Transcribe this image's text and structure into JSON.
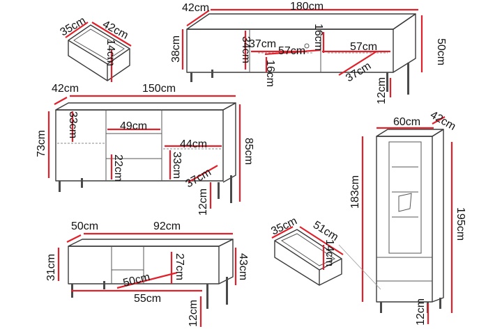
{
  "colors": {
    "dimension_line": "#e0202a",
    "furniture_stroke": "#3a3a3a",
    "label_text": "#111111"
  },
  "tv_unit": {
    "depth": "42cm",
    "width": "180cm",
    "height": "50cm",
    "height_inner": "38cm",
    "shelf_depth": "37cm",
    "comp_height": "34cm",
    "divider_a": "16cm",
    "divider_b": "16cm",
    "comp_width_a": "57cm",
    "comp_width_b": "57cm",
    "inner_depth": "37cm",
    "leg_height": "12cm"
  },
  "drawer_small": {
    "side": "35cm",
    "depth": "42cm",
    "height": "14cm"
  },
  "sideboard": {
    "depth": "42cm",
    "width": "150cm",
    "height_left": "73cm",
    "height_right": "85cm",
    "shelf_height": "33cm",
    "drawer_width": "49cm",
    "drawer_height": "22cm",
    "comp_width": "44cm",
    "comp_height": "33cm",
    "inner_depth": "37cm",
    "leg_height": "12cm"
  },
  "vitrine": {
    "width": "60cm",
    "depth": "42cm",
    "height_inner": "183cm",
    "height_total": "195cm",
    "leg_height": "12cm"
  },
  "coffee_table": {
    "depth": "50cm",
    "width": "92cm",
    "height_left": "31cm",
    "height_right": "43cm",
    "shelf_height": "27cm",
    "shelf_depth": "50cm",
    "shelf_width": "55cm",
    "leg_height": "12cm"
  },
  "drawer_large": {
    "side": "35cm",
    "depth": "51cm",
    "height": "14cm"
  }
}
